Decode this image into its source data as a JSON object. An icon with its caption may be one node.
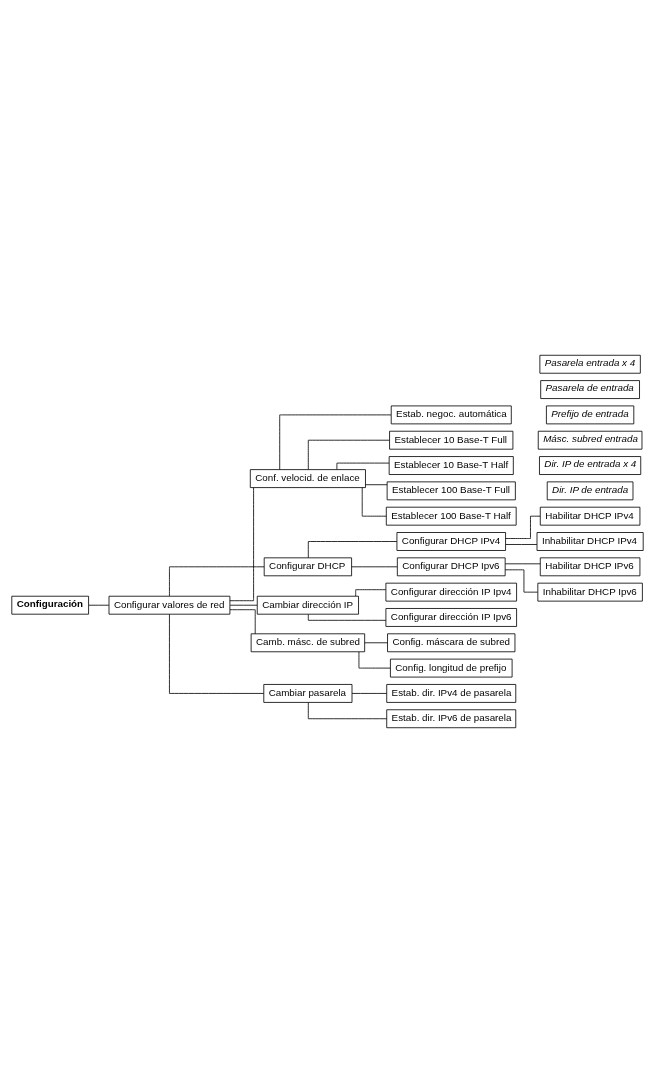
{
  "diagram": {
    "nodes": [
      {
        "text": [
          "Configuración"
        ]
      },
      {
        "text": [
          "Configurar valores de red"
        ]
      },
      {
        "text": [
          "Conf. velocid. de enlace"
        ]
      },
      {
        "text": [
          "Estab. negoc. automática"
        ]
      },
      {
        "text": [
          "Establecer 10 Base-T Full"
        ]
      },
      {
        "text": [
          "Establecer 10 Base-T Half"
        ]
      },
      {
        "text": [
          "Establecer 100 Base-T Full"
        ]
      },
      {
        "text": [
          "Establecer 100 Base-T Half"
        ]
      },
      {
        "text": [
          "Configurar DHCP"
        ]
      },
      {
        "text": [
          "Configurar DHCP IPv4"
        ]
      },
      {
        "text": [
          "Habilitar DHCP IPv4"
        ]
      },
      {
        "text": [
          "Inhabilitar DHCP IPv4"
        ]
      },
      {
        "text": [
          "Configurar DHCP Ipv6"
        ]
      },
      {
        "text": [
          "Habilitar DHCP IPv6"
        ]
      },
      {
        "text": [
          "Inhabilitar DHCP Ipv6"
        ]
      },
      {
        "text": [
          "Cambiar dirección IP"
        ]
      },
      {
        "text": [
          "Configurar dirección IP Ipv4"
        ]
      },
      {
        "text": [
          "Dir. IP de entrada"
        ]
      },
      {
        "text": [
          "Configurar dirección IP Ipv6"
        ]
      },
      {
        "text": [
          "Dir. IP de entrada x 4"
        ]
      },
      {
        "text": [
          "Camb. másc. de subred"
        ]
      },
      {
        "text": [
          "Config. máscara de subred"
        ]
      },
      {
        "text": [
          "Másc. subred entrada"
        ]
      },
      {
        "text": [
          "Config. longitud de prefijo"
        ]
      },
      {
        "text": [
          "Prefijo de entrada"
        ]
      },
      {
        "text": [
          "Cambiar pasarela"
        ]
      },
      {
        "text": [
          "Estab. dir. IPv4 de pasarela"
        ]
      },
      {
        "text": [
          "Pasarela de entrada"
        ]
      },
      {
        "text": [
          "Estab. dir. IPv6 de pasarela"
        ]
      },
      {
        "text": [
          "Pasarela entrada x 4"
        ]
      }
    ],
    "edges": [
      {
        "from": 0,
        "to": 1,
        "arrow": "none"
      },
      {
        "from": 1,
        "to": 2,
        "arrow": "none"
      },
      {
        "from": 2,
        "to": 3,
        "arrow": "none"
      },
      {
        "from": 2,
        "to": 4,
        "arrow": "none"
      },
      {
        "from": 2,
        "to": 5,
        "arrow": "none"
      },
      {
        "from": 2,
        "to": 6,
        "arrow": "none"
      },
      {
        "from": 2,
        "to": 7,
        "arrow": "none"
      },
      {
        "from": 1,
        "to": 8,
        "arrow": "none"
      },
      {
        "from": 8,
        "to": 9,
        "arrow": "none"
      },
      {
        "from": 9,
        "to": 10,
        "arrow": "none"
      },
      {
        "from": 9,
        "to": 11,
        "arrow": "none"
      },
      {
        "from": 8,
        "to": 12,
        "arrow": "none"
      },
      {
        "from": 12,
        "to": 13,
        "arrow": "none"
      },
      {
        "from": 12,
        "to": 14,
        "arrow": "none"
      },
      {
        "from": 1,
        "to": 15,
        "arrow": "none"
      },
      {
        "from": 15,
        "to": 16,
        "arrow": "none"
      },
      {
        "from": 15,
        "to": 18,
        "arrow": "none"
      },
      {
        "from": 1,
        "to": 20,
        "arrow": "none"
      },
      {
        "from": 20,
        "to": 21,
        "arrow": "none"
      },
      {
        "from": 20,
        "to": 23,
        "arrow": "none"
      },
      {
        "from": 1,
        "to": 25,
        "arrow": "none"
      },
      {
        "from": 25,
        "to": 26,
        "arrow": "none"
      },
      {
        "from": 25,
        "to": 28,
        "arrow": "none"
      }
    ]
  }
}
